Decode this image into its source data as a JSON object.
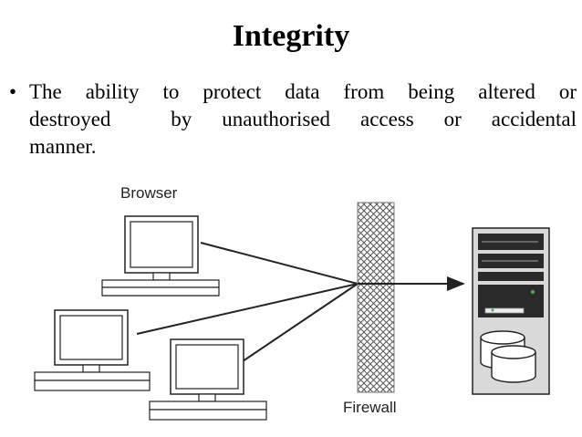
{
  "slide": {
    "title": "Integrity",
    "bullet": {
      "symbol": "•",
      "lines": [
        "The ability to protect data from being altered or",
        "destroyed  by unauthorised access or accidental",
        "manner."
      ]
    }
  },
  "diagram": {
    "browser_label": "Browser",
    "firewall_label": "Firewall",
    "icons": [
      "computer-icon",
      "computer-icon",
      "computer-icon",
      "firewall-mesh",
      "server-icon",
      "database-icon"
    ],
    "colors": {
      "line": "#222222",
      "fill": "#ffffff",
      "server_dark": "#2a2a2a",
      "server_body": "#d9d9d9",
      "led": "#4caf50"
    }
  }
}
